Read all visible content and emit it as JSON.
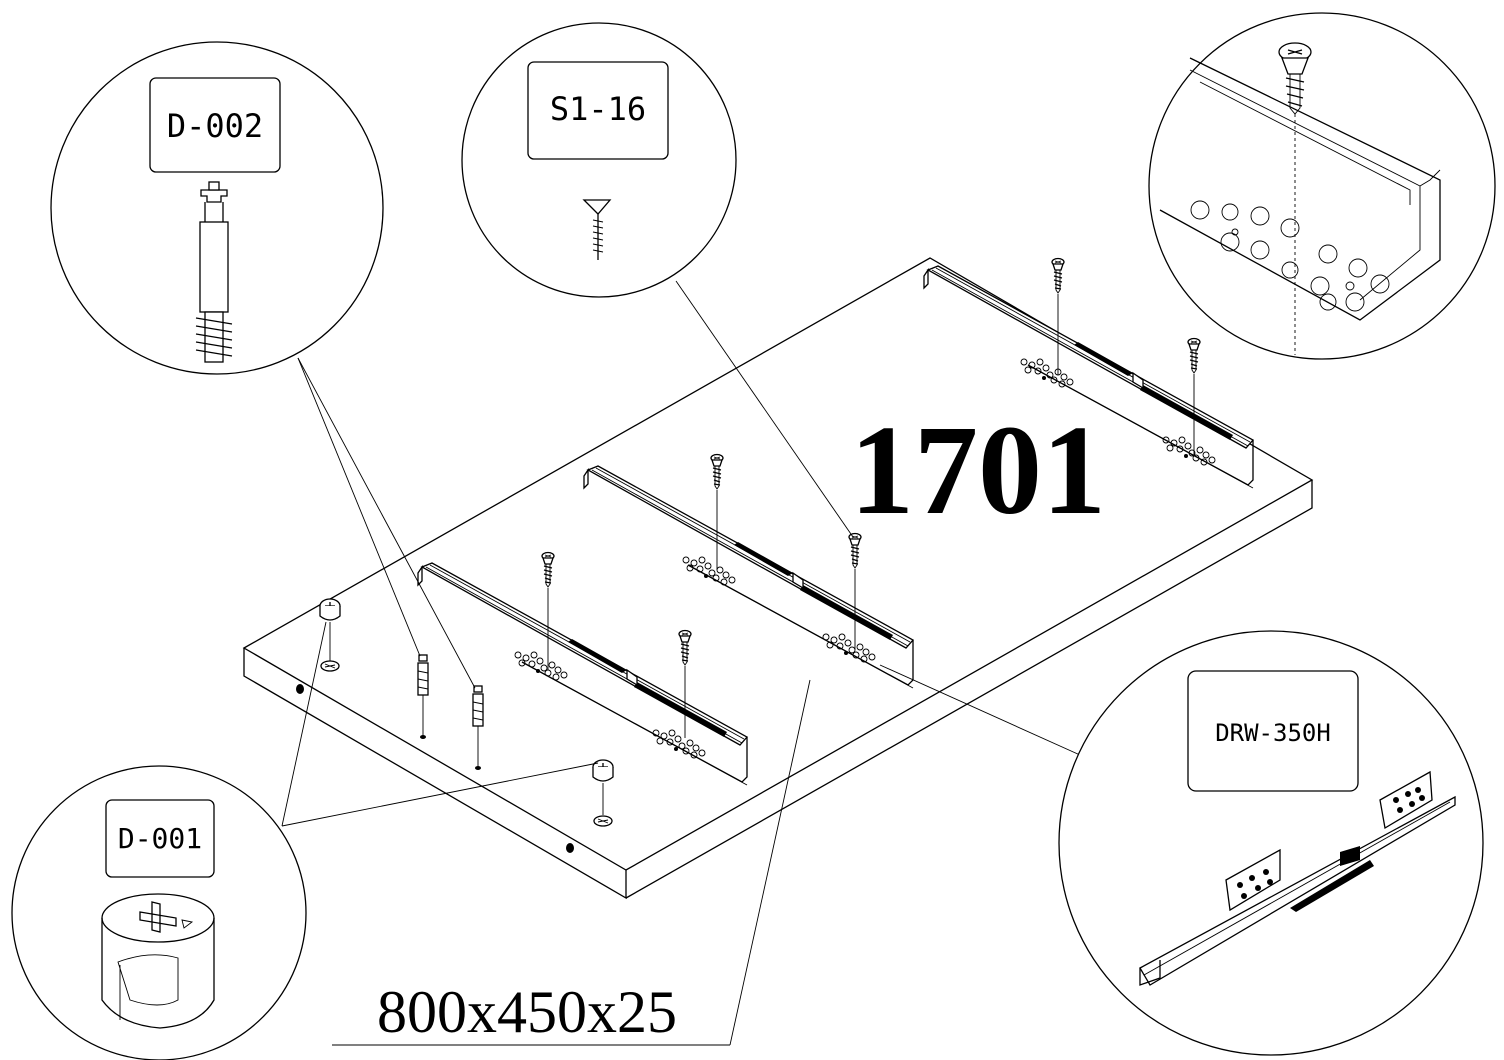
{
  "diagram": {
    "part_number": "1701",
    "panel_dimensions": "800x450x25",
    "callouts": [
      {
        "id": "d002",
        "code": "D-002",
        "part": "dowel"
      },
      {
        "id": "s116",
        "code": "S1-16",
        "part": "screw"
      },
      {
        "id": "detail",
        "code": "",
        "part": "screw-into-runner-detail"
      },
      {
        "id": "d001",
        "code": "D-001",
        "part": "cam-lock"
      },
      {
        "id": "drw",
        "code": "DRW-350H",
        "part": "drawer-runner"
      }
    ],
    "colors": {
      "ink": "#000000",
      "paper": "#ffffff"
    }
  }
}
